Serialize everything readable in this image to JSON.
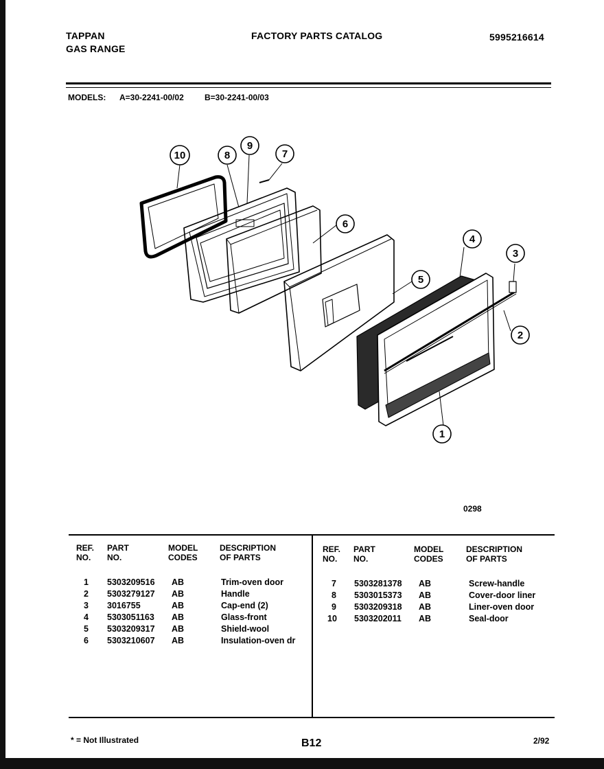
{
  "header": {
    "brand": "TAPPAN",
    "product": "GAS RANGE",
    "catalog_title": "FACTORY PARTS CATALOG",
    "catalog_number": "5995216614"
  },
  "models": {
    "label": "MODELS:",
    "a": "A=30-2241-00/02",
    "b": "B=30-2241-00/03"
  },
  "diagram": {
    "callouts": [
      "1",
      "2",
      "3",
      "4",
      "5",
      "6",
      "7",
      "8",
      "9",
      "10"
    ],
    "figure_code": "0298"
  },
  "table": {
    "headers": {
      "ref": [
        "REF.",
        "NO."
      ],
      "part": [
        "PART",
        "NO."
      ],
      "model": [
        "MODEL",
        "CODES"
      ],
      "desc": [
        "DESCRIPTION",
        "OF PARTS"
      ]
    },
    "left_rows": [
      {
        "ref": "1",
        "part": "5303209516",
        "code": "AB",
        "desc": "Trim-oven door"
      },
      {
        "ref": "2",
        "part": "5303279127",
        "code": "AB",
        "desc": "Handle"
      },
      {
        "ref": "3",
        "part": "3016755",
        "code": "AB",
        "desc": "Cap-end (2)"
      },
      {
        "ref": "4",
        "part": "5303051163",
        "code": "AB",
        "desc": "Glass-front"
      },
      {
        "ref": "5",
        "part": "5303209317",
        "code": "AB",
        "desc": "Shield-wool"
      },
      {
        "ref": "6",
        "part": "5303210607",
        "code": "AB",
        "desc": "Insulation-oven dr"
      }
    ],
    "right_rows": [
      {
        "ref": "7",
        "part": "5303281378",
        "code": "AB",
        "desc": "Screw-handle"
      },
      {
        "ref": "8",
        "part": "5303015373",
        "code": "AB",
        "desc": "Cover-door liner"
      },
      {
        "ref": "9",
        "part": "5303209318",
        "code": "AB",
        "desc": "Liner-oven door"
      },
      {
        "ref": "10",
        "part": "5303202011",
        "code": "AB",
        "desc": "Seal-door"
      }
    ]
  },
  "footer": {
    "note": "* = Not Illustrated",
    "page": "B12",
    "date": "2/92"
  }
}
